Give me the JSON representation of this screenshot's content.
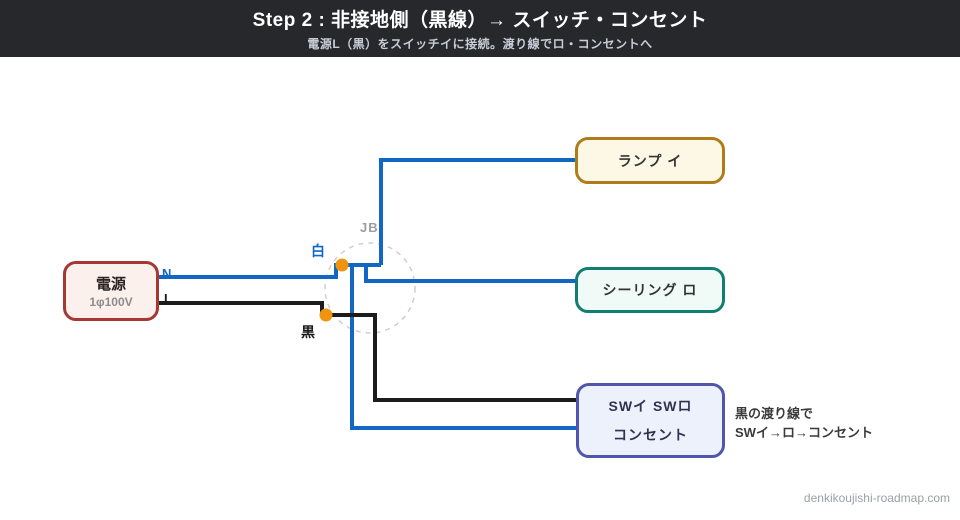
{
  "header": {
    "title": "Step 2 : 非接地側（黒線）→ スイッチ・コンセント",
    "subtitle": "電源L（黒）をスイッチイに接続。渡り線でロ・コンセントへ"
  },
  "diagram": {
    "power": {
      "label": "電源",
      "sublabel": "1φ100V"
    },
    "terminals": {
      "neutral": "N",
      "line": "L"
    },
    "junction": {
      "label": "JB",
      "white_wire": "白",
      "black_wire": "黒"
    },
    "loads": {
      "lamp": "ランプ イ",
      "ceiling": "シーリング ロ",
      "switch_line1": "SWイ  SWロ",
      "switch_line2": "コンセント"
    },
    "annotation": {
      "line1": "黒の渡り線で",
      "line2": "SWイ→ロ→コンセント"
    },
    "colors": {
      "wire_blue": "#1266C4",
      "wire_black": "#1C1C1C",
      "connector_orange": "#F0940F",
      "junction_dashed": "#CFCFCF",
      "power_border": "#A63732",
      "lamp_border": "#B07C1B",
      "ceiling_border": "#147D72",
      "switch_border": "#5055AD"
    }
  },
  "footer": {
    "watermark": "denkikoujishi-roadmap.com"
  }
}
